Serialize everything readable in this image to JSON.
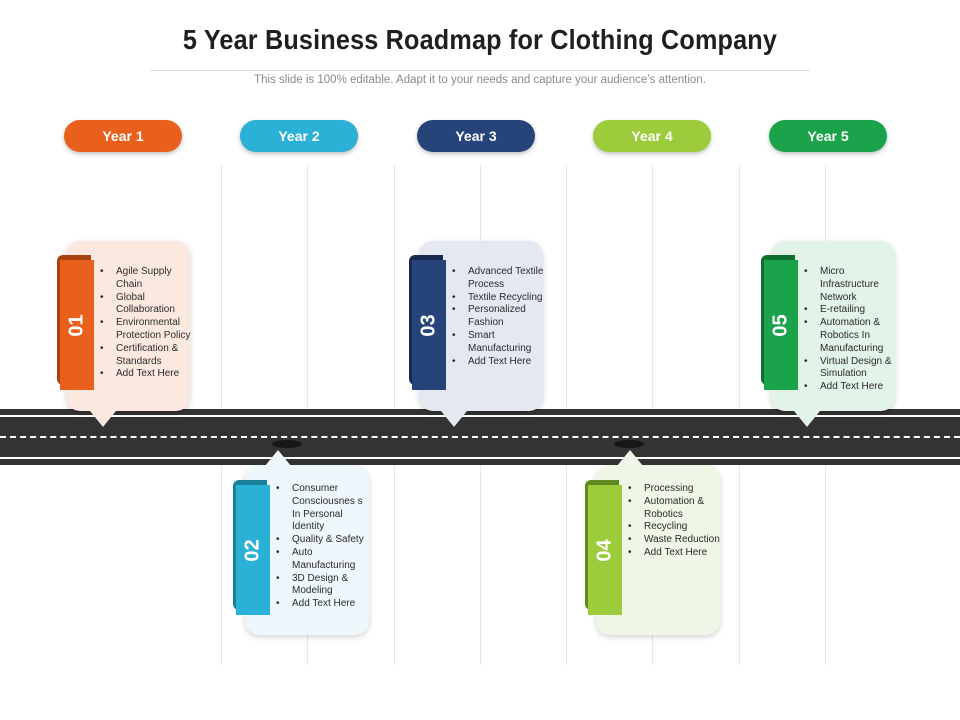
{
  "title": "5 Year Business Roadmap for Clothing Company",
  "subtitle": "This slide is 100% editable. Adapt it to your needs and capture your audience’s attention.",
  "years": [
    {
      "label": "Year 1",
      "color": "#e8601c"
    },
    {
      "label": "Year 2",
      "color": "#2bb0d6"
    },
    {
      "label": "Year 3",
      "color": "#26437a"
    },
    {
      "label": "Year 4",
      "color": "#9ccc3c"
    },
    {
      "label": "Year 5",
      "color": "#1aa34a"
    }
  ],
  "milestones": [
    {
      "number": "01",
      "color": "#e8601c",
      "dark": "#a84210",
      "bg": "#fbe9df",
      "items": [
        "Agile Supply Chain",
        "Global Collaboration",
        "Environmental Protection Policy",
        "Certification & Standards",
        "Add Text Here"
      ]
    },
    {
      "number": "02",
      "color": "#2bb0d6",
      "dark": "#1b7f9c",
      "bg": "#eef7fb",
      "items": [
        "Consumer Consciousnes s In Personal Identity",
        "Quality & Safety",
        "Auto Manufacturing",
        "3D Design & Modeling",
        "Add Text Here"
      ]
    },
    {
      "number": "03",
      "color": "#26437a",
      "dark": "#172a50",
      "bg": "#e4e8f1",
      "items": [
        "Advanced Textile Process",
        "Textile Recycling",
        "Personalized Fashion",
        "Smart Manufacturing",
        "Add Text Here"
      ]
    },
    {
      "number": "04",
      "color": "#9ccc3c",
      "dark": "#5e8a1e",
      "bg": "#eef6e6",
      "items": [
        "Processing",
        "Automation & Robotics",
        "Recycling",
        "Waste Reduction",
        "Add Text Here"
      ]
    },
    {
      "number": "05",
      "color": "#1aa34a",
      "dark": "#0f6e30",
      "bg": "#e2f3e8",
      "items": [
        "Micro Infrastructure Network",
        "E-retailing",
        "Automation & Robotics In Manufacturing",
        "Virtual Design & Simulation",
        "Add Text Here"
      ]
    }
  ]
}
